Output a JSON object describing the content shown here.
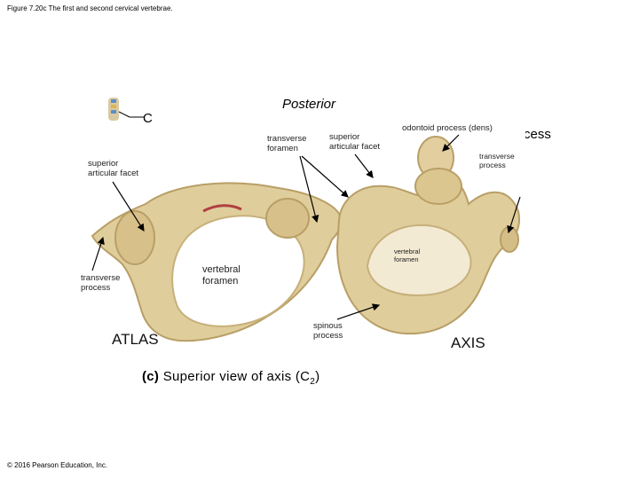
{
  "figure_title": "Figure 7.20c The first and second cervical vertebrae.",
  "orientation": "Posterior",
  "overlay_fragments": {
    "left": "C",
    "right": "cess"
  },
  "labels": {
    "atlas_superior_articular_facet": "superior\narticular facet",
    "atlas_transverse_process": "transverse\nprocess",
    "vertebral_foramen_atlas": "vertebral\nforamen",
    "transverse_foramen": "transverse\nforamen",
    "axis_superior_articular_facet": "superior\narticular facet",
    "odontoid_process": "odontoid process (dens)",
    "axis_transverse_process": "transverse\nprocess",
    "axis_vertebral_foramen": "vertebral\nforamen",
    "spinous_process": "spinous\nprocess",
    "atlas": "ATLAS",
    "axis": "AXIS"
  },
  "caption": {
    "part": "(c)",
    "text": "Superior view of axis (C",
    "subscript": "2",
    "close": ")"
  },
  "copyright": "© 2016 Pearson Education, Inc.",
  "colors": {
    "bone": "#e0cd9c",
    "bone_shadow": "#b89f66",
    "arrow": "#000000"
  }
}
